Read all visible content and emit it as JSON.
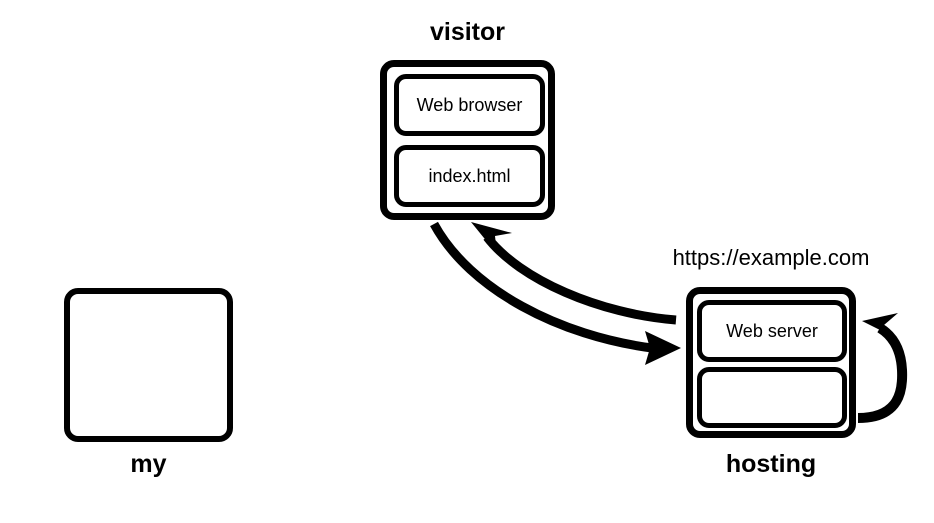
{
  "diagram": {
    "title_visitor": "visitor",
    "title_hosting": "hosting",
    "title_my": "my",
    "url": "https://example.com",
    "colors": {
      "stroke": "#000000",
      "background": "#ffffff",
      "text": "#000000"
    },
    "nodes": {
      "visitor": {
        "label": "visitor",
        "items": [
          {
            "label": "Web browser"
          },
          {
            "label": "index.html"
          }
        ]
      },
      "hosting": {
        "label": "hosting",
        "url": "https://example.com",
        "items": [
          {
            "label": "Web server"
          },
          {
            "label": ""
          }
        ]
      },
      "my": {
        "label": "my",
        "items": []
      }
    },
    "arrows": [
      {
        "name": "request-arrow",
        "from": "visitor",
        "to": "hosting",
        "label": ""
      },
      {
        "name": "response-arrow",
        "from": "hosting",
        "to": "visitor",
        "label": ""
      },
      {
        "name": "self-loop-arrow",
        "from": "hosting",
        "to": "hosting",
        "label": ""
      }
    ]
  }
}
